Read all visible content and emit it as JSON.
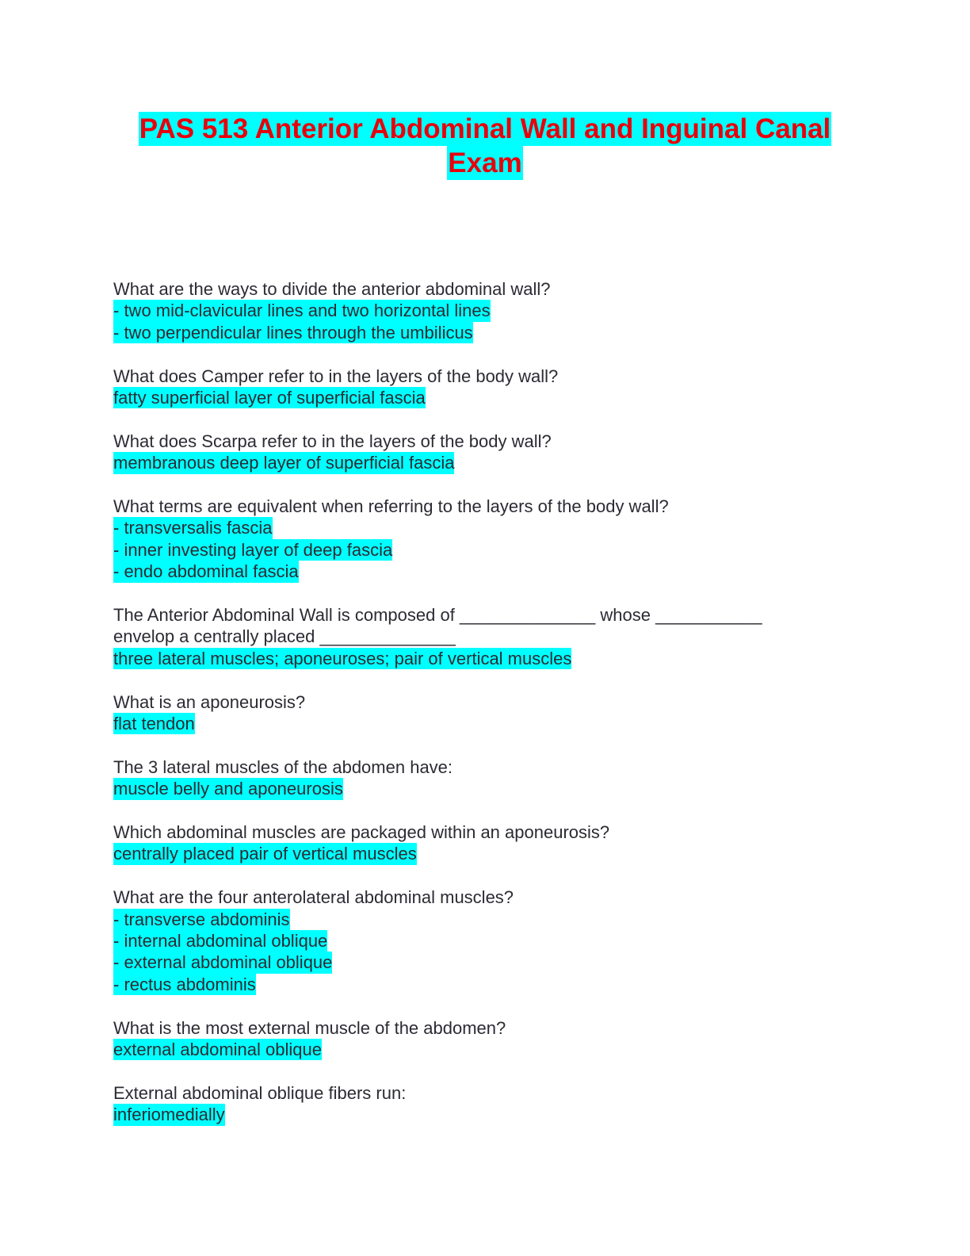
{
  "title": {
    "line1": "PAS 513 Anterior Abdominal Wall and Inguinal Canal",
    "line2": "Exam"
  },
  "questions": [
    {
      "q": [
        "What are the ways to divide the anterior abdominal wall?"
      ],
      "a": [
        "- two mid-clavicular lines and two horizontal lines",
        "- two perpendicular lines through the umbilicus"
      ]
    },
    {
      "q": [
        "What does Camper refer to in the layers of the body wall?"
      ],
      "a": [
        "fatty superficial layer of superficial fascia"
      ]
    },
    {
      "q": [
        "What does Scarpa refer to in the layers of the body wall?"
      ],
      "a": [
        "membranous deep layer of superficial fascia"
      ]
    },
    {
      "q": [
        "What terms are equivalent when referring to the layers of the body wall?"
      ],
      "a": [
        "- transversalis fascia",
        "- inner investing layer of deep fascia",
        "- endo abdominal fascia"
      ]
    },
    {
      "q": [
        "The Anterior Abdominal Wall is composed of ______________ whose ___________",
        "envelop a centrally placed ______________"
      ],
      "a": [
        "three lateral muscles; aponeuroses; pair of vertical muscles"
      ]
    },
    {
      "q": [
        "What is an aponeurosis?"
      ],
      "a": [
        "flat tendon"
      ]
    },
    {
      "q": [
        "The 3 lateral muscles of the abdomen have:"
      ],
      "a": [
        "muscle belly and aponeurosis"
      ]
    },
    {
      "q": [
        "Which abdominal muscles are packaged within an aponeurosis?"
      ],
      "a": [
        "centrally placed pair of vertical muscles"
      ]
    },
    {
      "q": [
        "What are the four anterolateral abdominal muscles?"
      ],
      "a": [
        "- transverse abdominis",
        "- internal abdominal oblique",
        "- external abdominal oblique",
        "- rectus abdominis"
      ]
    },
    {
      "q": [
        "What is the most external muscle of the abdomen?"
      ],
      "a": [
        "external abdominal oblique"
      ]
    },
    {
      "q": [
        "External abdominal oblique fibers run:"
      ],
      "a": [
        "inferiomedially"
      ]
    }
  ]
}
